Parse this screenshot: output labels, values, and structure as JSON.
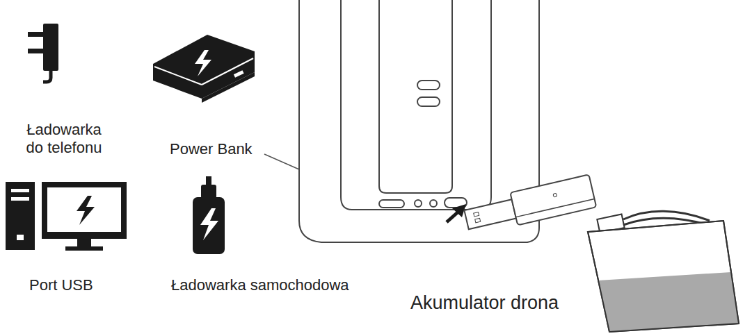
{
  "diagram": {
    "labels": [
      "Ładowarka do telefonu",
      "Power Bank",
      "Port USB",
      "Ładowarka samochodowa",
      "Akumulator drona"
    ]
  }
}
